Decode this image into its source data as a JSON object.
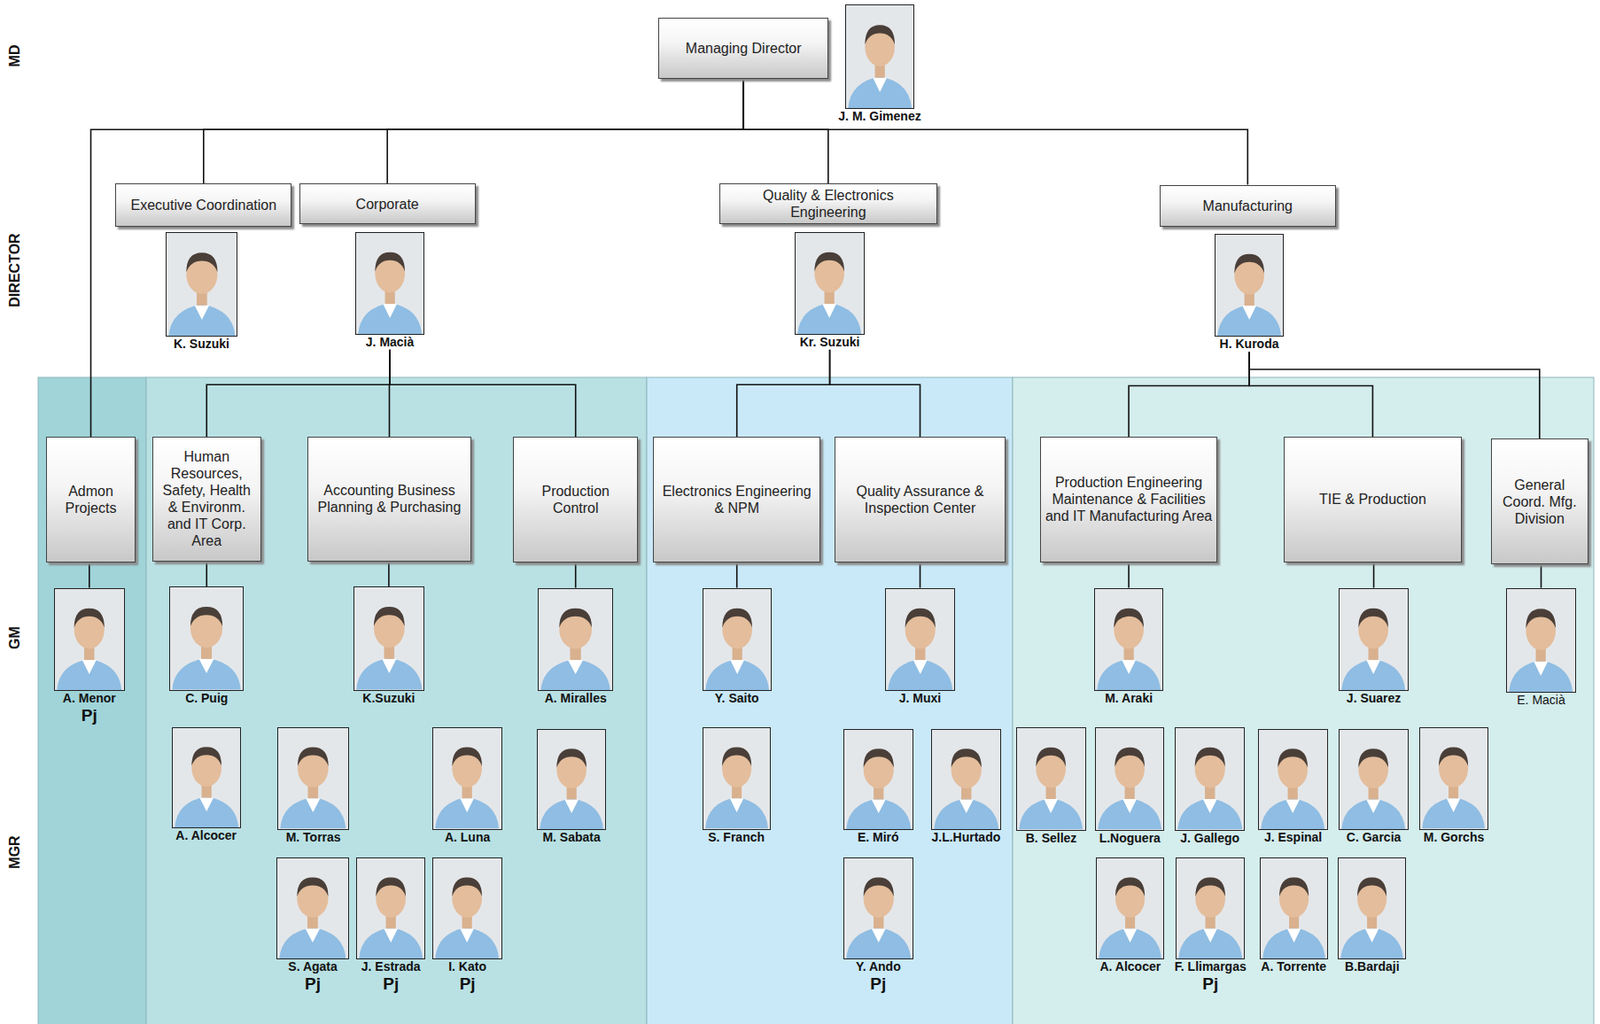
{
  "diagram": {
    "nodes": [
      {
        "text": [
          "Managing Director"
        ]
      },
      {
        "text": [
          "J. M. Gimenez"
        ]
      },
      {
        "text": [
          "Executive Coordination"
        ]
      },
      {
        "text": [
          "K. Suzuki"
        ]
      },
      {
        "text": [
          "Corporate"
        ]
      },
      {
        "text": [
          "J. Macià"
        ]
      },
      {
        "text": [
          "Quality & Electronics Engineering"
        ]
      },
      {
        "text": [
          "Kr. Suzuki"
        ]
      },
      {
        "text": [
          "Manufacturing"
        ]
      },
      {
        "text": [
          "H. Kuroda"
        ]
      },
      {
        "text": [
          "Admon Projects"
        ]
      },
      {
        "text": [
          "Human Resources, Safety, Health & Environm. and IT Corp. Area"
        ]
      },
      {
        "text": [
          "Accounting Business Planning & Purchasing"
        ]
      },
      {
        "text": [
          "Production Control"
        ]
      },
      {
        "text": [
          "Electronics Engineering & NPM"
        ]
      },
      {
        "text": [
          "Quality Assurance & Inspection Center"
        ]
      },
      {
        "text": [
          "Production Engineering Maintenance & Facilities and IT Manufacturing Area"
        ]
      },
      {
        "text": [
          "TIE & Production"
        ]
      },
      {
        "text": [
          "General Coord. Mfg. Division"
        ]
      },
      {
        "text": [
          "A. Menor",
          "Pj"
        ]
      },
      {
        "text": [
          "C. Puig"
        ]
      },
      {
        "text": [
          "K.Suzuki"
        ]
      },
      {
        "text": [
          "A. Miralles"
        ]
      },
      {
        "text": [
          "Y. Saito"
        ]
      },
      {
        "text": [
          "J. Muxi"
        ]
      },
      {
        "text": [
          "M. Araki"
        ]
      },
      {
        "text": [
          "J. Suarez"
        ]
      },
      {
        "text": [
          "E. Macià"
        ]
      },
      {
        "text": [
          "A. Alcocer"
        ]
      },
      {
        "text": [
          "M. Torras"
        ]
      },
      {
        "text": [
          "A. Luna"
        ]
      },
      {
        "text": [
          "M. Sabata"
        ]
      },
      {
        "text": [
          "S. Franch"
        ]
      },
      {
        "text": [
          "E. Miró"
        ]
      },
      {
        "text": [
          "J.L.Hurtado"
        ]
      },
      {
        "text": [
          "B. Sellez"
        ]
      },
      {
        "text": [
          "L.Noguera"
        ]
      },
      {
        "text": [
          "J. Gallego"
        ]
      },
      {
        "text": [
          "J. Espinal"
        ]
      },
      {
        "text": [
          "C. Garcia"
        ]
      },
      {
        "text": [
          "M. Gorchs"
        ]
      },
      {
        "text": [
          "S. Agata",
          "Pj"
        ]
      },
      {
        "text": [
          "J. Estrada",
          "Pj"
        ]
      },
      {
        "text": [
          "I. Kato",
          "Pj"
        ]
      },
      {
        "text": [
          "Y. Ando",
          "Pj"
        ]
      },
      {
        "text": [
          "A. Alcocer"
        ]
      },
      {
        "text": [
          "F. Llimargas",
          "Pj"
        ]
      },
      {
        "text": [
          "A. Torrente"
        ]
      },
      {
        "text": [
          "B.Bardaji"
        ]
      }
    ],
    "edges": [
      {
        "from": 0,
        "to": 10,
        "arrow": "none"
      },
      {
        "from": 0,
        "to": 2,
        "arrow": "none"
      },
      {
        "from": 0,
        "to": 4,
        "arrow": "none"
      },
      {
        "from": 0,
        "to": 6,
        "arrow": "none"
      },
      {
        "from": 0,
        "to": 8,
        "arrow": "none"
      },
      {
        "from": 5,
        "to": 11,
        "arrow": "none"
      },
      {
        "from": 5,
        "to": 12,
        "arrow": "none"
      },
      {
        "from": 5,
        "to": 13,
        "arrow": "none"
      },
      {
        "from": 7,
        "to": 14,
        "arrow": "none"
      },
      {
        "from": 7,
        "to": 15,
        "arrow": "none"
      },
      {
        "from": 9,
        "to": 16,
        "arrow": "none"
      },
      {
        "from": 9,
        "to": 17,
        "arrow": "none"
      },
      {
        "from": 9,
        "to": 18,
        "arrow": "none"
      },
      {
        "from": 10,
        "to": 19,
        "arrow": "none"
      },
      {
        "from": 11,
        "to": 20,
        "arrow": "none"
      },
      {
        "from": 12,
        "to": 21,
        "arrow": "none"
      },
      {
        "from": 13,
        "to": 22,
        "arrow": "none"
      },
      {
        "from": 14,
        "to": 23,
        "arrow": "none"
      },
      {
        "from": 15,
        "to": 24,
        "arrow": "none"
      },
      {
        "from": 16,
        "to": 25,
        "arrow": "none"
      },
      {
        "from": 17,
        "to": 26,
        "arrow": "none"
      },
      {
        "from": 18,
        "to": 27,
        "arrow": "none"
      }
    ],
    "labels": [
      "MD",
      "DIRECTOR",
      "GM",
      "MGR"
    ]
  }
}
